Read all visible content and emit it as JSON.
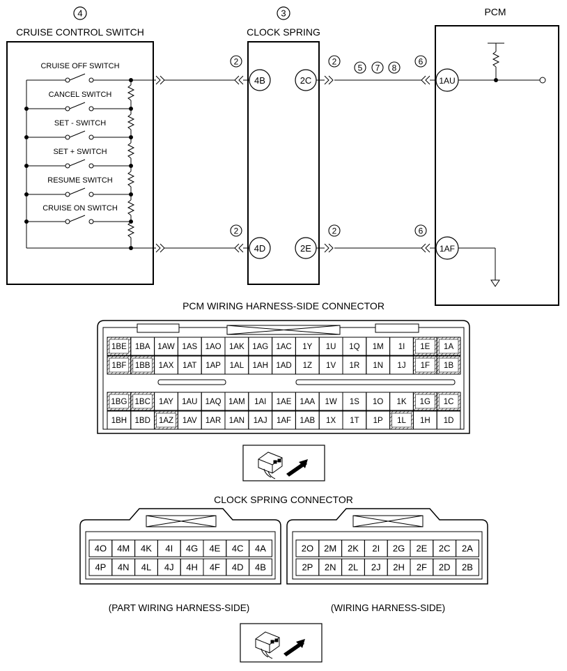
{
  "labels": {
    "cruise_num": "4",
    "clock_num": "3",
    "cruise_title": "CRUISE CONTROL SWITCH",
    "clock_title": "CLOCK SPRING",
    "pcm_title": "PCM",
    "pcm_connector_title": "PCM WIRING HARNESS-SIDE CONNECTOR",
    "clock_connector_title": "CLOCK SPRING CONNECTOR",
    "part_side": "(PART WIRING HARNESS-SIDE)",
    "harness_side": "(WIRING HARNESS-SIDE)"
  },
  "switches": [
    "CRUISE OFF SWITCH",
    "CANCEL SWITCH",
    "SET - SWITCH",
    "SET + SWITCH",
    "RESUME SWITCH",
    "CRUISE ON SWITCH"
  ],
  "terminals": {
    "clock_top_left": "4B",
    "clock_top_right": "2C",
    "clock_bottom_left": "4D",
    "clock_bottom_right": "2E",
    "pcm_top": "1AU",
    "pcm_bottom": "1AF"
  },
  "connector_refs": {
    "clock_in_top": "2",
    "clock_out_top": "2",
    "clock_in_bottom": "2",
    "clock_out_bottom": "2",
    "pcm_in_top": "6",
    "pcm_in_bottom": "6",
    "mid_refs": [
      "5",
      "7",
      "8"
    ]
  },
  "pcm_connector": {
    "rows": [
      [
        "1BE",
        "1BA",
        "1AW",
        "1AS",
        "1AO",
        "1AK",
        "1AG",
        "1AC",
        "1Y",
        "1U",
        "1Q",
        "1M",
        "1I",
        "1E",
        "1A"
      ],
      [
        "1BF",
        "1BB",
        "1AX",
        "1AT",
        "1AP",
        "1AL",
        "1AH",
        "1AD",
        "1Z",
        "1V",
        "1R",
        "1N",
        "1J",
        "1F",
        "1B"
      ],
      [
        "1BG",
        "1BC",
        "1AY",
        "1AU",
        "1AQ",
        "1AM",
        "1AI",
        "1AE",
        "1AA",
        "1W",
        "1S",
        "1O",
        "1K",
        "1G",
        "1C"
      ],
      [
        "1BH",
        "1BD",
        "1AZ",
        "1AV",
        "1AR",
        "1AN",
        "1AJ",
        "1AF",
        "1AB",
        "1X",
        "1T",
        "1P",
        "1L",
        "1H",
        "1D"
      ]
    ]
  },
  "clock_connector_part": {
    "rows": [
      [
        "4O",
        "4M",
        "4K",
        "4I",
        "4G",
        "4E",
        "4C",
        "4A"
      ],
      [
        "4P",
        "4N",
        "4L",
        "4J",
        "4H",
        "4F",
        "4D",
        "4B"
      ]
    ]
  },
  "clock_connector_harness": {
    "rows": [
      [
        "2O",
        "2M",
        "2K",
        "2I",
        "2G",
        "2E",
        "2C",
        "2A"
      ],
      [
        "2P",
        "2N",
        "2L",
        "2J",
        "2H",
        "2F",
        "2D",
        "2B"
      ]
    ]
  }
}
